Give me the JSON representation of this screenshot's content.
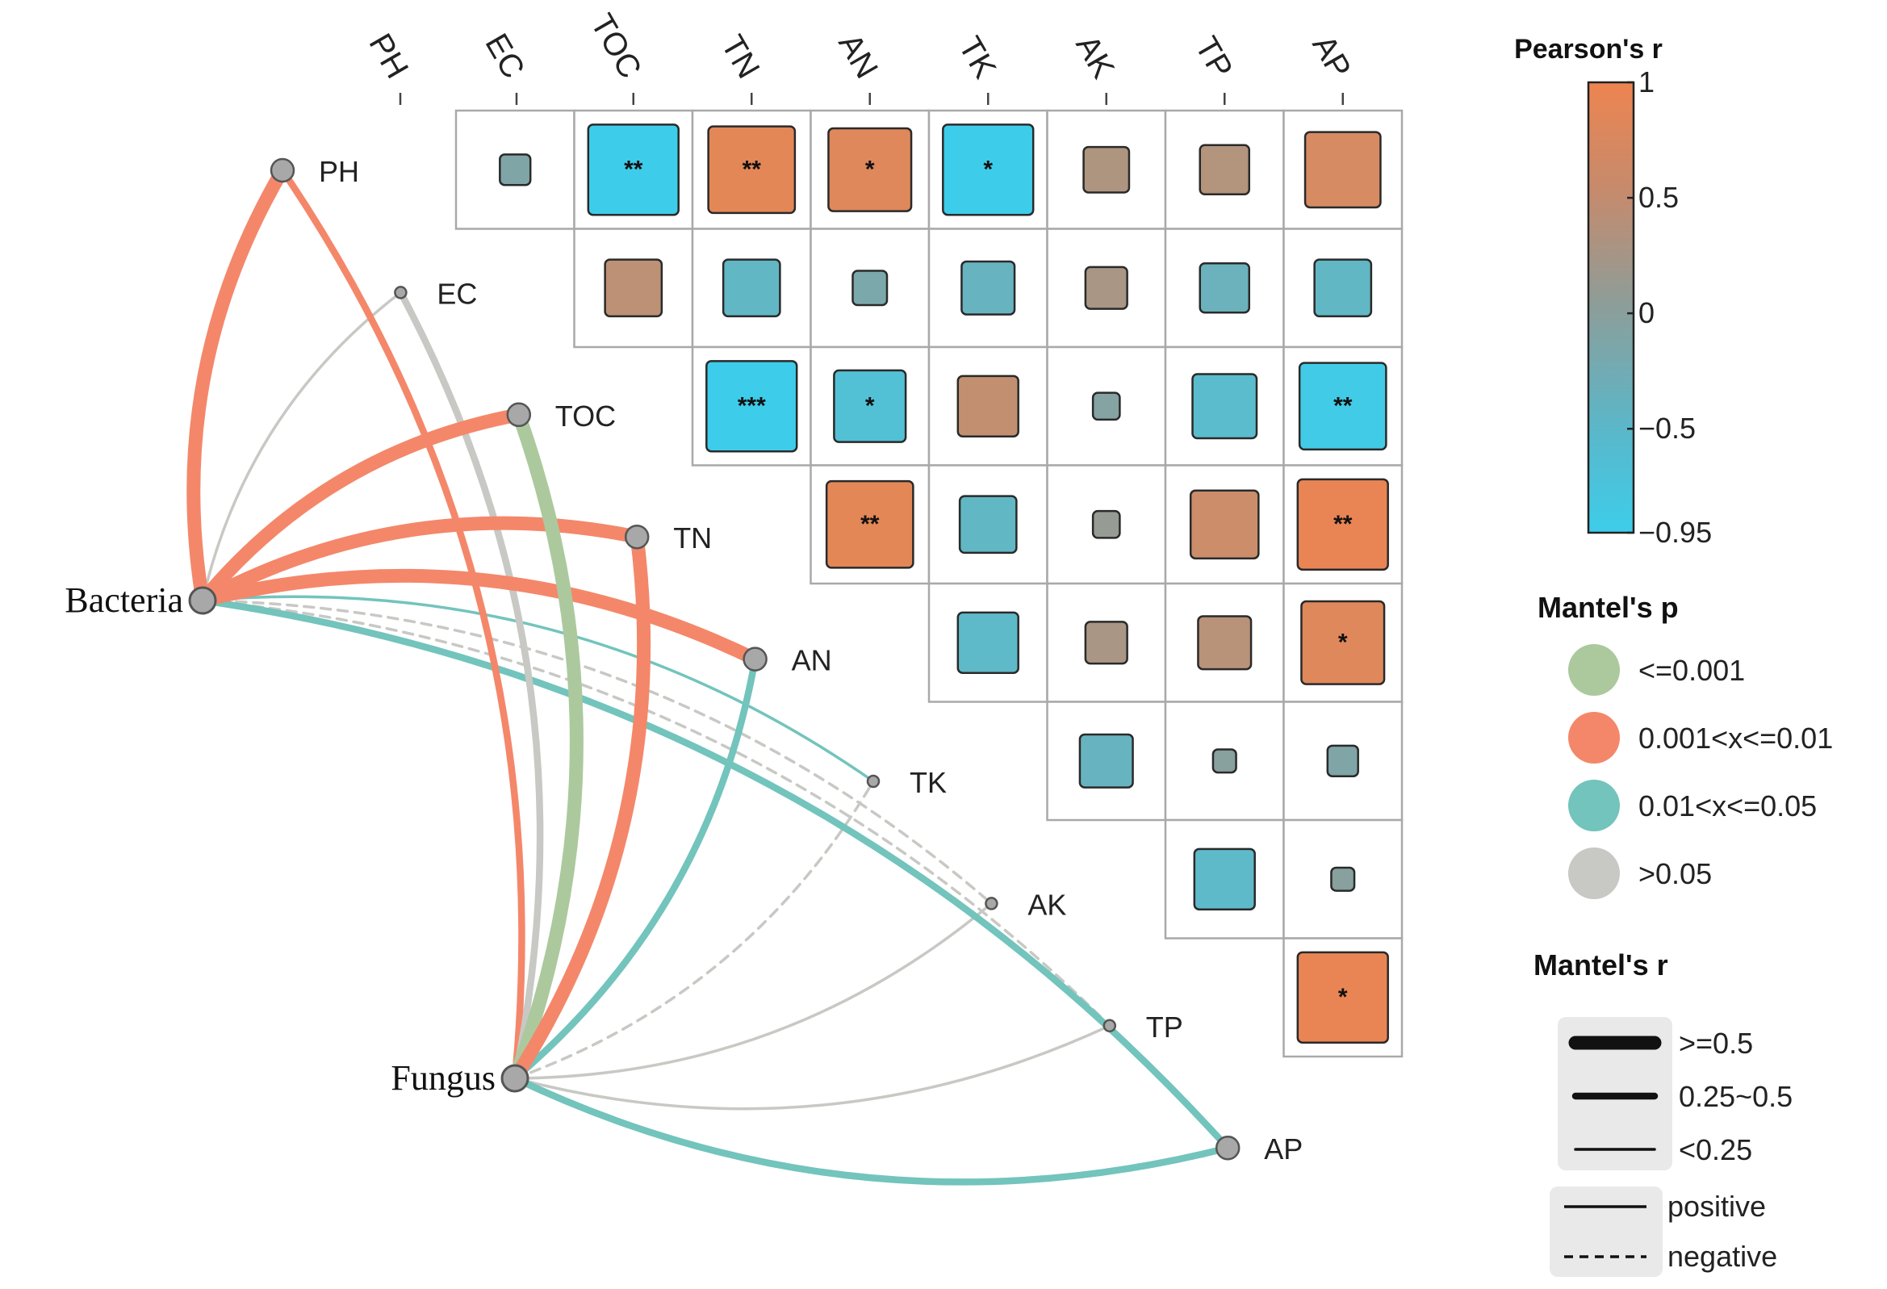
{
  "chart_data": {
    "type": "heatmap",
    "subtype": "mantel-test correlation plot",
    "variables": [
      "PH",
      "EC",
      "TOC",
      "TN",
      "AN",
      "TK",
      "AK",
      "TP",
      "AP"
    ],
    "matrix_layout": "upper-triangle including diagonal; row label = left node label, column label = top",
    "pearson_r": [
      [
        -0.15,
        -0.95,
        0.9,
        0.85,
        -0.95,
        0.35,
        0.4,
        0.75
      ],
      [
        0.5,
        -0.5,
        -0.2,
        -0.45,
        0.3,
        -0.4,
        -0.5
      ],
      [
        -0.95,
        -0.7,
        0.55,
        -0.1,
        -0.6,
        -0.9
      ],
      [
        0.9,
        -0.5,
        0.1,
        0.65,
        0.95
      ],
      [
        -0.55,
        0.3,
        0.45,
        0.85
      ],
      [
        -0.45,
        -0.05,
        -0.15
      ],
      [
        -0.55,
        -0.05
      ],
      [
        0.95
      ]
    ],
    "significance": [
      [
        "",
        "**",
        "**",
        "*",
        "*",
        "",
        "",
        ""
      ],
      [
        "",
        "",
        "",
        "",
        "",
        "",
        ""
      ],
      [
        "***",
        "*",
        "",
        "",
        "",
        "**"
      ],
      [
        "**",
        "",
        "",
        "",
        "**"
      ],
      [
        "",
        "",
        "",
        "*"
      ],
      [
        "",
        "",
        ""
      ],
      [
        "",
        ""
      ],
      [
        "*"
      ]
    ],
    "mantel_groups": [
      "Bacteria",
      "Fungus"
    ],
    "mantel_links": [
      {
        "from": "Bacteria",
        "to": "PH",
        "p": "0.001<x<=0.01",
        "r": ">=0.5",
        "sign": "positive"
      },
      {
        "from": "Bacteria",
        "to": "EC",
        "p": ">0.05",
        "r": "<0.25",
        "sign": "positive"
      },
      {
        "from": "Bacteria",
        "to": "TOC",
        "p": "0.001<x<=0.01",
        "r": ">=0.5",
        "sign": "positive"
      },
      {
        "from": "Bacteria",
        "to": "TN",
        "p": "0.001<x<=0.01",
        "r": ">=0.5",
        "sign": "positive"
      },
      {
        "from": "Bacteria",
        "to": "AN",
        "p": "0.001<x<=0.01",
        "r": ">=0.5",
        "sign": "positive"
      },
      {
        "from": "Bacteria",
        "to": "TK",
        "p": "0.01<x<=0.05",
        "r": "<0.25",
        "sign": "positive"
      },
      {
        "from": "Bacteria",
        "to": "AK",
        "p": ">0.05",
        "r": "<0.25",
        "sign": "negative"
      },
      {
        "from": "Bacteria",
        "to": "TP",
        "p": ">0.05",
        "r": "<0.25",
        "sign": "negative"
      },
      {
        "from": "Bacteria",
        "to": "AP",
        "p": "0.01<x<=0.05",
        "r": "0.25~0.5",
        "sign": "positive"
      },
      {
        "from": "Fungus",
        "to": "PH",
        "p": "0.001<x<=0.01",
        "r": "0.25~0.5",
        "sign": "positive"
      },
      {
        "from": "Fungus",
        "to": "EC",
        "p": ">0.05",
        "r": "0.25~0.5",
        "sign": "positive"
      },
      {
        "from": "Fungus",
        "to": "TOC",
        "p": "<=0.001",
        "r": ">=0.5",
        "sign": "positive"
      },
      {
        "from": "Fungus",
        "to": "TN",
        "p": "0.001<x<=0.01",
        "r": ">=0.5",
        "sign": "positive"
      },
      {
        "from": "Fungus",
        "to": "AN",
        "p": "0.01<x<=0.05",
        "r": "0.25~0.5",
        "sign": "positive"
      },
      {
        "from": "Fungus",
        "to": "TK",
        "p": ">0.05",
        "r": "<0.25",
        "sign": "negative"
      },
      {
        "from": "Fungus",
        "to": "AK",
        "p": ">0.05",
        "r": "<0.25",
        "sign": "positive"
      },
      {
        "from": "Fungus",
        "to": "TP",
        "p": ">0.05",
        "r": "<0.25",
        "sign": "positive"
      },
      {
        "from": "Fungus",
        "to": "AP",
        "p": "0.01<x<=0.05",
        "r": "0.25~0.5",
        "sign": "positive"
      }
    ],
    "colorbar": {
      "title": "Pearson's r",
      "range": [
        -0.95,
        1
      ],
      "ticks": [
        {
          "value": 1,
          "label": "1"
        },
        {
          "value": 0.5,
          "label": "0.5"
        },
        {
          "value": 0,
          "label": "0"
        },
        {
          "value": -0.5,
          "label": "−0.5"
        },
        {
          "value": -0.95,
          "label": "−0.95"
        }
      ],
      "color_low": "#3dcdea",
      "color_mid": "#8c9e9a",
      "color_high": "#ee8450"
    },
    "legend_p": {
      "title": "Mantel's p",
      "items": [
        {
          "label": "<=0.001",
          "color": "#acc99e"
        },
        {
          "label": "0.001<x<=0.01",
          "color": "#f4876a"
        },
        {
          "label": "0.01<x<=0.05",
          "color": "#72c4bc"
        },
        {
          "label": ">0.05",
          "color": "#c8c8c4"
        }
      ]
    },
    "legend_r": {
      "title": "Mantel's r",
      "items": [
        ">=0.5",
        "0.25~0.5",
        "<0.25"
      ]
    },
    "legend_sign": {
      "items": [
        "positive",
        "negative"
      ]
    },
    "legend_placement": "right"
  }
}
